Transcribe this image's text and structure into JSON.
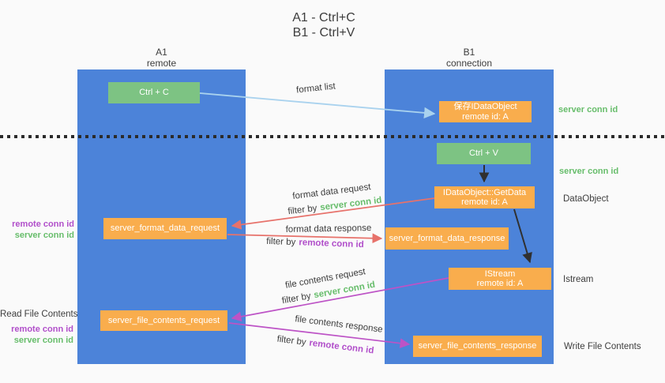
{
  "palette": {
    "background": "#fafafa",
    "lane_blue": "#4c83d9",
    "node_green": "#7dc383",
    "node_orange": "#f9ad4d",
    "arrow_light_blue": "#a9d2ee",
    "arrow_red": "#e7726b",
    "arrow_magenta": "#bd53c6",
    "arrow_black": "#303030",
    "text_dark": "#3d3d3d",
    "text_green": "#67bd6b",
    "text_purple": "#b14fca"
  },
  "title": {
    "line1": "A1 - Ctrl+C",
    "line2": "B1 - Ctrl+V"
  },
  "lanes": {
    "left": {
      "name": "A1",
      "subtitle": "remote"
    },
    "right": {
      "name": "B1",
      "subtitle": "connection"
    }
  },
  "nodes": {
    "ctrl_c": {
      "label": "Ctrl + C"
    },
    "ctrl_v": {
      "label": "Ctrl + V"
    },
    "save_dataobject": {
      "line1": "保存IDataObject",
      "line2": "remote id: A"
    },
    "getdata": {
      "line1": "IDataObject::GetData",
      "line2": "remote id: A"
    },
    "istream": {
      "line1": "IStream",
      "line2": "remote id: A"
    },
    "server_format_data_request": {
      "label": "server_format_data_request"
    },
    "server_format_data_response": {
      "label": "server_format_data_response"
    },
    "server_file_contents_request": {
      "label": "server_file_contents_request"
    },
    "server_file_contents_response": {
      "label": "server_file_contents_response"
    }
  },
  "edge_labels": {
    "format_list": "format list",
    "format_data_request": "format data request",
    "format_data_response": "format data response",
    "file_contents_request": "file contents request",
    "file_contents_response": "file contents response",
    "filter_by": "filter by",
    "server_conn_id": "server conn id",
    "remote_conn_id": "remote conn id"
  },
  "annotations": {
    "server_conn_id_top": "server conn id",
    "server_conn_id_mid": "server conn id",
    "dataobject": "DataObject",
    "istream": "Istream",
    "write_file_contents": "Write File Contents",
    "read_file_contents": "Read File Contents",
    "left_mid": {
      "remote": "remote conn id",
      "server": "server conn id"
    },
    "left_bottom": {
      "remote": "remote conn id",
      "server": "server conn id"
    }
  }
}
